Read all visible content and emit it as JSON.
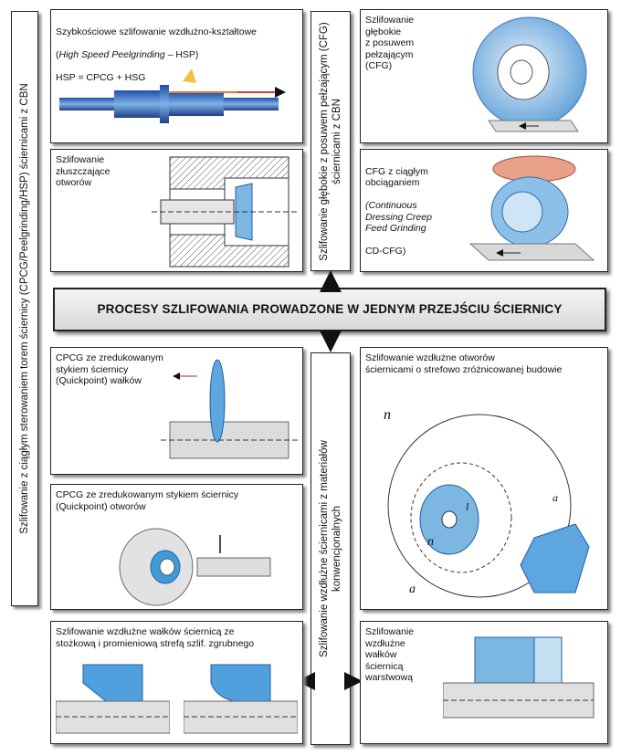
{
  "left_vertical": "Szlifowanie z ciągłym sterowaniem torem ściernicy (CPCG/Peelgrinding/HSP) ściernicami z CBN",
  "mid_top_vertical": "Szlifowanie głębokie z posuwem pełzającym (CFG) ściernicami z CBN",
  "mid_bottom_vertical": "Szlifowanie wzdłużne ściernicami z materiałów konwencjonalnych",
  "center_title": "PROCESY SZLIFOWANIA PROWADZONE W JEDNYM PRZEJŚCIU ŚCIERNICY",
  "boxes": {
    "hsp": {
      "line1": "Szybkościowe szlifowanie wzdłużno-kształtowe",
      "line2_open": "(",
      "line2_italic": "High Speed Peelgrinding",
      "line2_close": " – HSP)",
      "line3": "HSP = CPCG + HSG"
    },
    "peel_holes": "Szlifowanie\nzłuszczające\notworów",
    "cfg": "Szlifowanie\ngłębokie\nz posuwem\npełzającym\n(CFG)",
    "cdcfg": {
      "line1": "CFG z ciągłym\nobciąganiem",
      "italic": "(Continuous\nDressing Creep\nFeed Grinding",
      "line3": "CD-CFG)"
    },
    "quick_shafts": "CPCG ze zredukowanym\nstykiem ściernicy\n(Quickpoint) wałków",
    "quick_holes": "CPCG ze zredukowanym stykiem ściernicy\n(Quickpoint) otworów",
    "long_holes": "Szlifowanie wzdłużne otworów\nściernicami o strefowo zróżnicowanej budowie",
    "cone_shafts": "Szlifowanie wzdłużne wałków ściernicą ze\nstożkową i promieniową strefą szlif. zgrubnego",
    "layer_shafts": "Szlifowanie\nwzdłużne\nwałków\nściernicą\nwarstwową"
  },
  "symbols": {
    "n_w": "n",
    "n_s": "n",
    "a_e": "a",
    "l_s": "l",
    "a_p": "a"
  }
}
